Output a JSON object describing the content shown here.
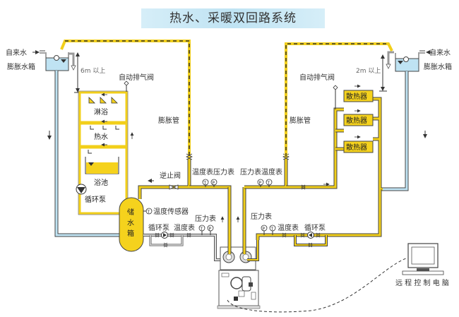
{
  "title": "热水、采暖双回路系统",
  "left": {
    "tap_water": "自来水",
    "expansion_tank": "膨胀水箱",
    "height_note": "6m 以上",
    "air_valve": "自动排气阀",
    "expansion_pipe": "膨胀管",
    "shower": "淋浴",
    "hot_water": "热水",
    "bath_pool": "浴池",
    "circ_pump": "循环泵",
    "check_valve": "逆止阀",
    "storage_tank": [
      "储",
      "水",
      "箱"
    ],
    "temp_sensor": "温度传感器",
    "circ_pump_bottom": "循环泵",
    "thermometer_bottom": "温度表",
    "pressure_gauge_bottom": "压力表",
    "gauges_top": "温度表压力表"
  },
  "right": {
    "tap_water": "自来水",
    "expansion_tank": "膨胀水箱",
    "height_note": "2m 以上",
    "air_valve": "自动排气阀",
    "expansion_pipe": "膨胀管",
    "radiators": [
      "散热器",
      "散热器",
      "散热器"
    ],
    "gauges_top": "压力表温度表",
    "pressure_gauge_bottom": "压力表",
    "thermometer_bottom": "温度表",
    "circ_pump_bottom": "循环泵"
  },
  "gauge_symbols": {
    "temperature": "T",
    "pressure": "P"
  },
  "remote_pc": "远 程 控 制 电 脑",
  "colors": {
    "hot_pipe": "#f2cf1a",
    "cold_pipe": "#bfe3f3",
    "return_pipe": "#cccccc",
    "tank_fill": "#f5d21d",
    "water": "#bfe3f3",
    "outline": "#444444"
  }
}
